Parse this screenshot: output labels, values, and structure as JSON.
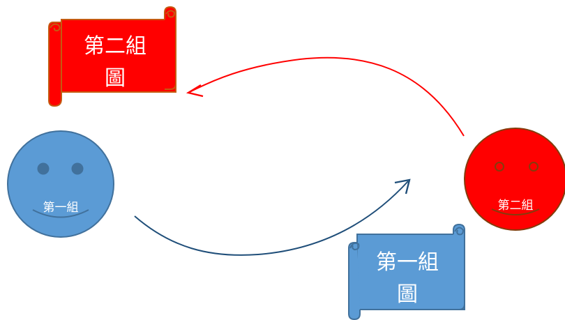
{
  "scrolls": {
    "group2": {
      "line1": "第二組",
      "line2": "圖",
      "fill_color": "#ff0000",
      "stroke_color": "#c55a11"
    },
    "group1": {
      "line1": "第一組",
      "line2": "圖",
      "fill_color": "#5b9bd5",
      "stroke_color": "#41719c"
    }
  },
  "faces": {
    "group1": {
      "label": "第一組",
      "fill_color": "#5b9bd5",
      "stroke_color": "#41719c"
    },
    "group2": {
      "label": "第二組",
      "fill_color": "#ff0000",
      "stroke_color": "#843c0c"
    }
  },
  "arrows": {
    "to_group2_scroll": {
      "color": "#ff0000"
    },
    "to_group1_scroll": {
      "color": "#1f4e79"
    }
  }
}
